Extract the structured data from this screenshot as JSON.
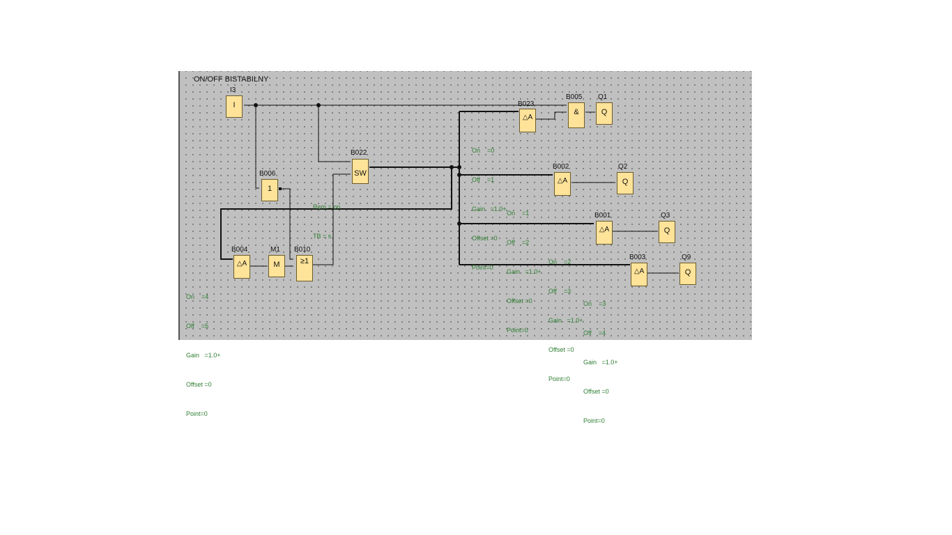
{
  "canvas": {
    "title": "ON/OFF BISTABILNY"
  },
  "blocks": {
    "I3": {
      "label": "I3",
      "symbol": "I"
    },
    "B006": {
      "label": "B006",
      "symbol": "1"
    },
    "B022": {
      "label": "B022",
      "symbol": "SW"
    },
    "B004": {
      "label": "B004",
      "symbol": "△A"
    },
    "M1": {
      "label": "M1",
      "symbol": "M"
    },
    "B010": {
      "label": "B010",
      "symbol": "≥1"
    },
    "B023": {
      "label": "B023",
      "symbol": "△A"
    },
    "B005": {
      "label": "B005",
      "symbol": "&"
    },
    "Q1": {
      "label": "Q1",
      "symbol": "Q"
    },
    "B002": {
      "label": "B002",
      "symbol": "△A"
    },
    "Q2": {
      "label": "Q2",
      "symbol": "Q"
    },
    "B001": {
      "label": "B001",
      "symbol": "△A"
    },
    "Q3": {
      "label": "Q3",
      "symbol": "Q"
    },
    "B003": {
      "label": "B003",
      "symbol": "△A"
    },
    "Q9": {
      "label": "Q9",
      "symbol": "Q"
    }
  },
  "params": {
    "B022": {
      "rem": "Rem = on",
      "tb": "TB = s"
    },
    "B023": {
      "on": "On    =0",
      "off": "Off    =1",
      "gain": "Gain   =1.0+",
      "offset": "Offset =0",
      "point": "Point=0"
    },
    "B002": {
      "on": "On    =1",
      "off": "Off    =2",
      "gain": "Gain   =1.0+",
      "offset": "Offset =0",
      "point": "Point=0"
    },
    "B001": {
      "on": "On    =2",
      "off": "Off    =3",
      "gain": "Gain   =1.0+",
      "offset": "Offset =0",
      "point": "Point=0"
    },
    "B003": {
      "on": "On    =3",
      "off": "Off    =4",
      "gain": "Gain   =1.0+",
      "offset": "Offset =0",
      "point": "Point=0"
    },
    "B004": {
      "on": "On    =4",
      "off": "Off    =5",
      "gain": "Gain   =1.0+",
      "offset": "Offset =0",
      "point": "Point=0"
    }
  }
}
